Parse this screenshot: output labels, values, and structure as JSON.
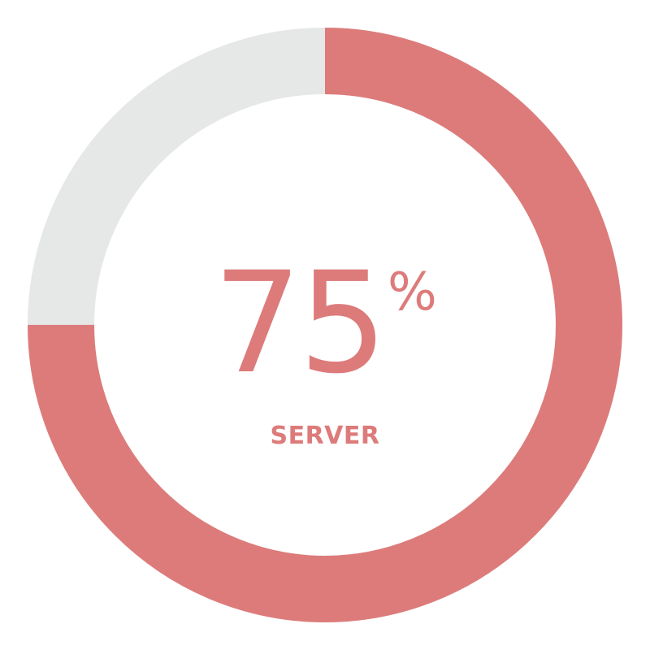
{
  "chart_data": {
    "type": "pie",
    "value": 75,
    "unit": "%",
    "label": "SERVER",
    "slices": [
      {
        "value": 75,
        "color": "#dd7b7b"
      },
      {
        "value": 25,
        "color": "#e6e7e7"
      }
    ]
  },
  "colors": {
    "accent": "#dd7b7b",
    "track": "#e6e7e7",
    "background": "#ffffff"
  }
}
